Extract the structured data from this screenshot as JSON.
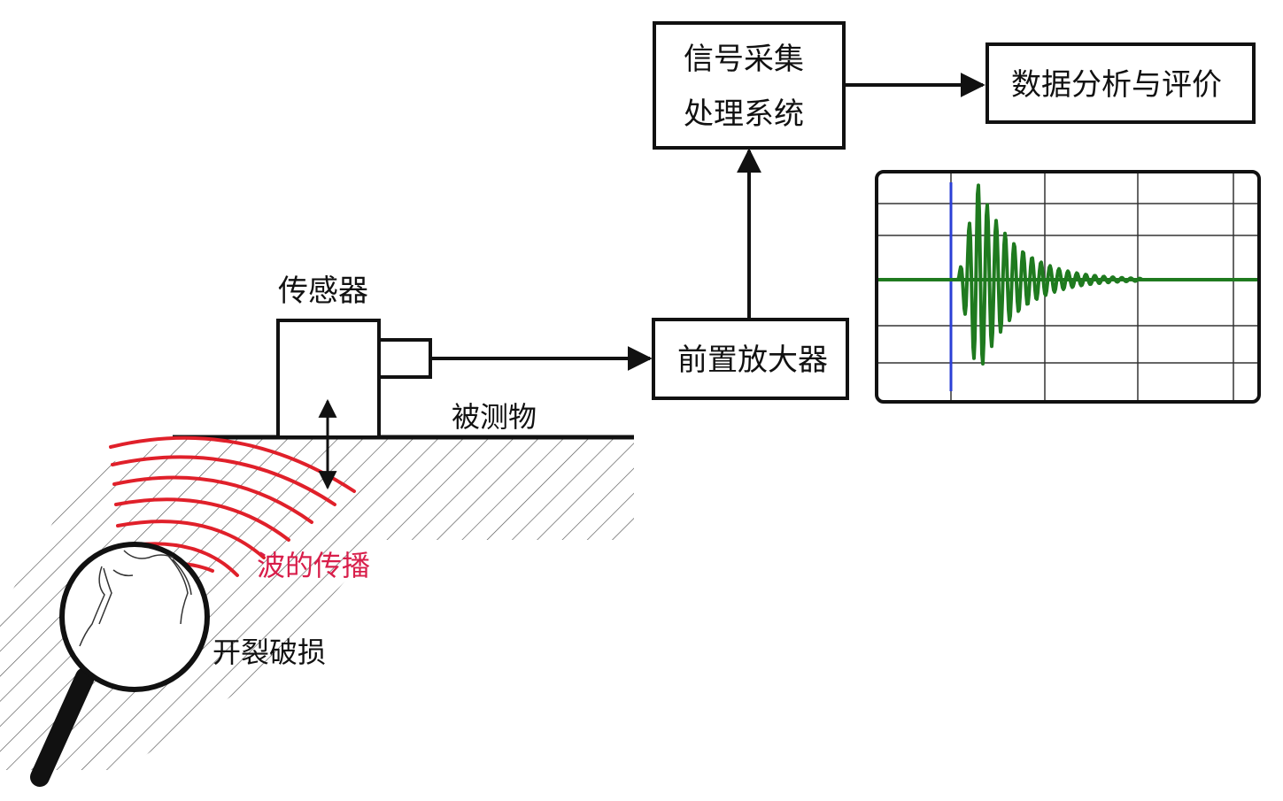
{
  "labels": {
    "sensor": "传感器",
    "test_object": "被测物",
    "wave_propagation": "波的传播",
    "crack_damage": "开裂破损",
    "preamp": "前置放大器",
    "acquisition_line1": "信号采集",
    "acquisition_line2": "处理系统",
    "analysis": "数据分析与评价"
  },
  "colors": {
    "stroke": "#111111",
    "wave": "#e0202a",
    "wave_label": "#d81e4a",
    "signal": "#1f7a1f",
    "signal_light": "#a8e08a",
    "trigger_line": "#2b3fd6",
    "grid": "#333333"
  },
  "icons": {
    "magnifier": "magnifier-icon",
    "arrow": "arrow-right-icon"
  }
}
